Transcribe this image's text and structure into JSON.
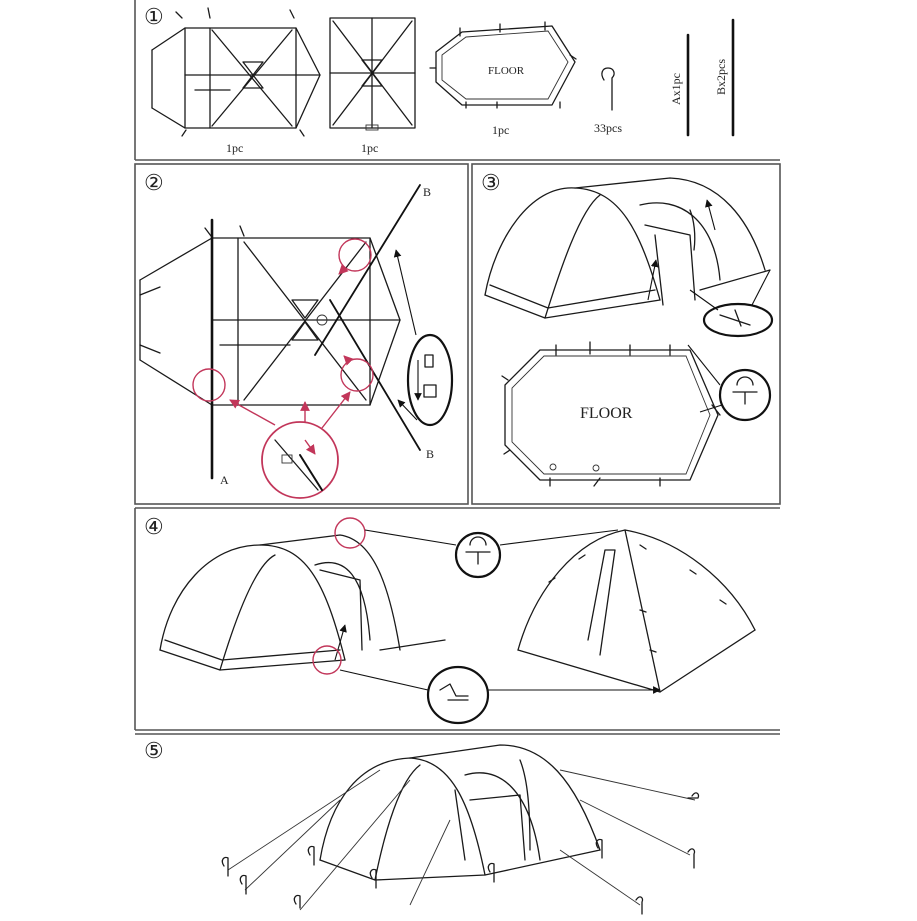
{
  "steps": [
    {
      "number": "①"
    },
    {
      "number": "②"
    },
    {
      "number": "③"
    },
    {
      "number": "④"
    },
    {
      "number": "⑤"
    }
  ],
  "parts": {
    "tent_body_qty": "1pc",
    "inner_tent_qty": "1pc",
    "floor_label": "FLOOR",
    "floor_qty": "1pc",
    "stakes_qty": "33pcs",
    "pole_a_label": "Ax1pc",
    "pole_b_label": "Bx2pcs"
  },
  "step2": {
    "pole_a_marker": "A",
    "pole_b_marker_top": "B",
    "pole_b_marker_bottom": "B"
  },
  "step3": {
    "floor_label": "FLOOR"
  },
  "colors": {
    "accent": "#c2365a",
    "line": "#1a1a1a",
    "frame": "#555555"
  }
}
